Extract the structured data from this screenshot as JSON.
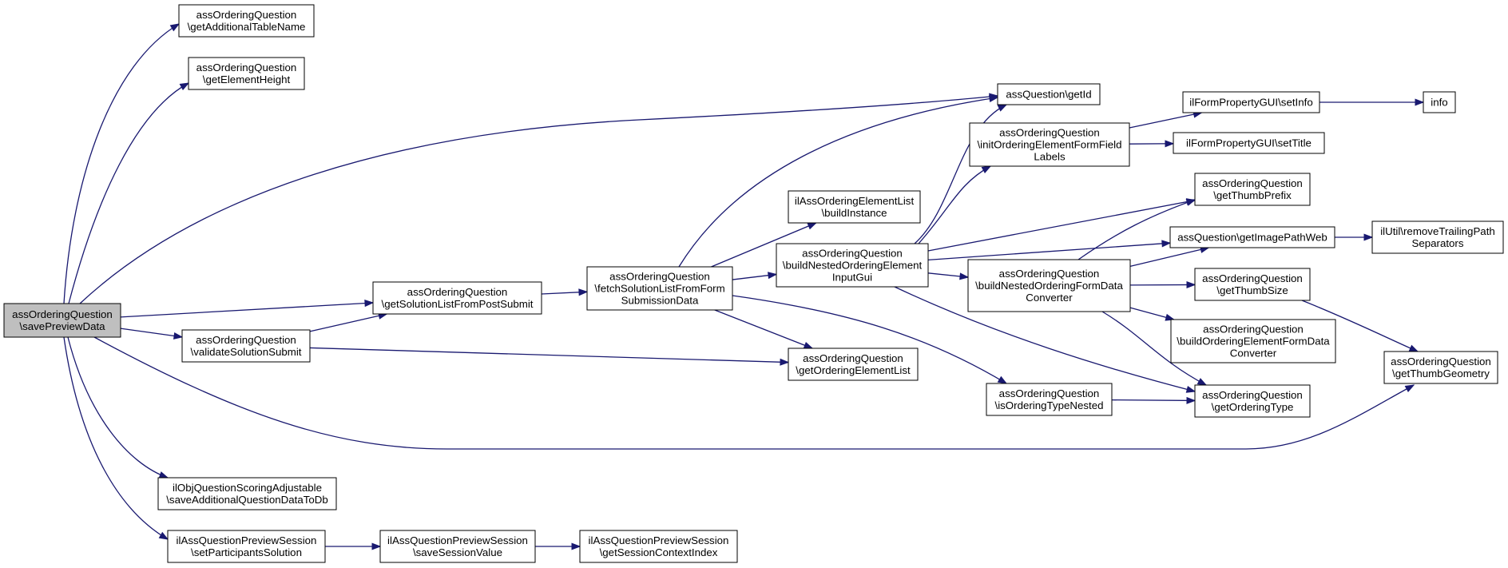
{
  "graph": {
    "nodes": {
      "savePreviewData": [
        "assOrderingQuestion",
        "\\savePreviewData"
      ],
      "getAdditionalTableName": [
        "assOrderingQuestion",
        "\\getAdditionalTableName"
      ],
      "getElementHeight": [
        "assOrderingQuestion",
        "\\getElementHeight"
      ],
      "getId": [
        "assQuestion\\getId"
      ],
      "getSolutionListFromPostSubmit": [
        "assOrderingQuestion",
        "\\getSolutionListFromPostSubmit"
      ],
      "validateSolutionSubmit": [
        "assOrderingQuestion",
        "\\validateSolutionSubmit"
      ],
      "saveAdditionalQuestionDataToDb": [
        "ilObjQuestionScoringAdjustable",
        "\\saveAdditionalQuestionDataToDb"
      ],
      "setParticipantsSolution": [
        "ilAssQuestionPreviewSession",
        "\\setParticipantsSolution"
      ],
      "saveSessionValue": [
        "ilAssQuestionPreviewSession",
        "\\saveSessionValue"
      ],
      "getSessionContextIndex": [
        "ilAssQuestionPreviewSession",
        "\\getSessionContextIndex"
      ],
      "fetchSolutionListFromFormSubmissionData": [
        "assOrderingQuestion",
        "\\fetchSolutionListFromForm",
        "SubmissionData"
      ],
      "buildInstance": [
        "ilAssOrderingElementList",
        "\\buildInstance"
      ],
      "buildNestedOrderingElementInputGui": [
        "assOrderingQuestion",
        "\\buildNestedOrderingElement",
        "InputGui"
      ],
      "getOrderingElementList": [
        "assOrderingQuestion",
        "\\getOrderingElementList"
      ],
      "isOrderingTypeNested": [
        "assOrderingQuestion",
        "\\isOrderingTypeNested"
      ],
      "initOrderingElementFormFieldLabels": [
        "assOrderingQuestion",
        "\\initOrderingElementFormField",
        "Labels"
      ],
      "buildNestedOrderingFormDataConverter": [
        "assOrderingQuestion",
        "\\buildNestedOrderingFormData",
        "Converter"
      ],
      "setInfo": [
        "ilFormPropertyGUI\\setInfo"
      ],
      "setTitle": [
        "ilFormPropertyGUI\\setTitle"
      ],
      "getThumbPrefix": [
        "assOrderingQuestion",
        "\\getThumbPrefix"
      ],
      "getImagePathWeb": [
        "assQuestion\\getImagePathWeb"
      ],
      "getThumbSize": [
        "assOrderingQuestion",
        "\\getThumbSize"
      ],
      "buildOrderingElementFormDataConverter": [
        "assOrderingQuestion",
        "\\buildOrderingElementFormData",
        "Converter"
      ],
      "getOrderingType": [
        "assOrderingQuestion",
        "\\getOrderingType"
      ],
      "info": [
        "info"
      ],
      "removeTrailingPathSeparators": [
        "ilUtil\\removeTrailingPath",
        "Separators"
      ],
      "getThumbGeometry": [
        "assOrderingQuestion",
        "\\getThumbGeometry"
      ]
    },
    "edges": [
      [
        "savePreviewData",
        "getAdditionalTableName"
      ],
      [
        "savePreviewData",
        "getElementHeight"
      ],
      [
        "savePreviewData",
        "getId"
      ],
      [
        "savePreviewData",
        "getSolutionListFromPostSubmit"
      ],
      [
        "savePreviewData",
        "validateSolutionSubmit"
      ],
      [
        "savePreviewData",
        "getThumbGeometry"
      ],
      [
        "savePreviewData",
        "saveAdditionalQuestionDataToDb"
      ],
      [
        "savePreviewData",
        "setParticipantsSolution"
      ],
      [
        "getSolutionListFromPostSubmit",
        "fetchSolutionListFromFormSubmissionData"
      ],
      [
        "validateSolutionSubmit",
        "getSolutionListFromPostSubmit"
      ],
      [
        "validateSolutionSubmit",
        "getOrderingElementList"
      ],
      [
        "setParticipantsSolution",
        "saveSessionValue"
      ],
      [
        "saveSessionValue",
        "getSessionContextIndex"
      ],
      [
        "fetchSolutionListFromFormSubmissionData",
        "getId"
      ],
      [
        "fetchSolutionListFromFormSubmissionData",
        "buildInstance"
      ],
      [
        "fetchSolutionListFromFormSubmissionData",
        "buildNestedOrderingElementInputGui"
      ],
      [
        "fetchSolutionListFromFormSubmissionData",
        "getOrderingElementList"
      ],
      [
        "fetchSolutionListFromFormSubmissionData",
        "isOrderingTypeNested"
      ],
      [
        "buildNestedOrderingElementInputGui",
        "getId"
      ],
      [
        "buildNestedOrderingElementInputGui",
        "initOrderingElementFormFieldLabels"
      ],
      [
        "buildNestedOrderingElementInputGui",
        "getThumbPrefix"
      ],
      [
        "buildNestedOrderingElementInputGui",
        "getImagePathWeb"
      ],
      [
        "buildNestedOrderingElementInputGui",
        "buildNestedOrderingFormDataConverter"
      ],
      [
        "buildNestedOrderingElementInputGui",
        "getOrderingType"
      ],
      [
        "initOrderingElementFormFieldLabels",
        "setInfo"
      ],
      [
        "initOrderingElementFormFieldLabels",
        "setTitle"
      ],
      [
        "buildNestedOrderingFormDataConverter",
        "getThumbPrefix"
      ],
      [
        "buildNestedOrderingFormDataConverter",
        "getImagePathWeb"
      ],
      [
        "buildNestedOrderingFormDataConverter",
        "getThumbSize"
      ],
      [
        "buildNestedOrderingFormDataConverter",
        "buildOrderingElementFormDataConverter"
      ],
      [
        "buildNestedOrderingFormDataConverter",
        "getOrderingType"
      ],
      [
        "isOrderingTypeNested",
        "getOrderingType"
      ],
      [
        "setInfo",
        "info"
      ],
      [
        "getImagePathWeb",
        "removeTrailingPathSeparators"
      ],
      [
        "getThumbSize",
        "getThumbGeometry"
      ]
    ],
    "colors": {
      "edge": "#191970",
      "root_fill": "#bfbfbf",
      "node_fill": "#ffffff"
    }
  }
}
